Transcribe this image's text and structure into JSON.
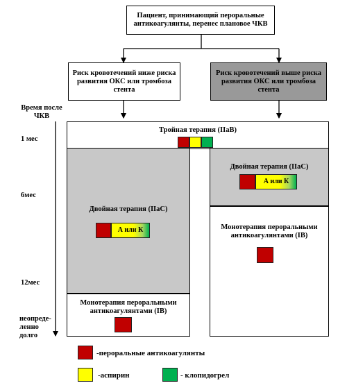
{
  "top_box": {
    "text": "Пациент, принимающий пероральные антикоагулянты, перенес плановое ЧКВ"
  },
  "left_branch": {
    "text": "Риск кровотечений ниже риска развития  ОКС или тромбоза стента"
  },
  "right_branch": {
    "text": "Риск кровотечений выше риска развития  ОКС или тромбоза стента"
  },
  "timeline": {
    "title": "Время после ЧКВ",
    "ticks": [
      "1 мес",
      "6мес",
      "12мес",
      "неопреде-ленно долго"
    ]
  },
  "triple": {
    "label": "Тройная терапия (IIaB)",
    "colors": [
      "#c00000",
      "#ffff00",
      "#00b050"
    ]
  },
  "left_dual": {
    "label": "Двойная терапия (IIaC)",
    "bar_text": "А или К"
  },
  "left_mono": {
    "label": "Монотерапия пероральными антикоагулянтами (IB)"
  },
  "right_dual": {
    "label": "Двойная терапия (IIaC)",
    "bar_text": "А или К"
  },
  "right_mono": {
    "label": "Монотерапия пероральными антикоагулянтами  (IB)"
  },
  "legend": [
    {
      "color": "#c00000",
      "label": "-пероральные антикоагулянты"
    },
    {
      "color": "#ffff00",
      "label": "-аспирин"
    },
    {
      "color": "#00b050",
      "label": "- клопидогрел"
    }
  ]
}
